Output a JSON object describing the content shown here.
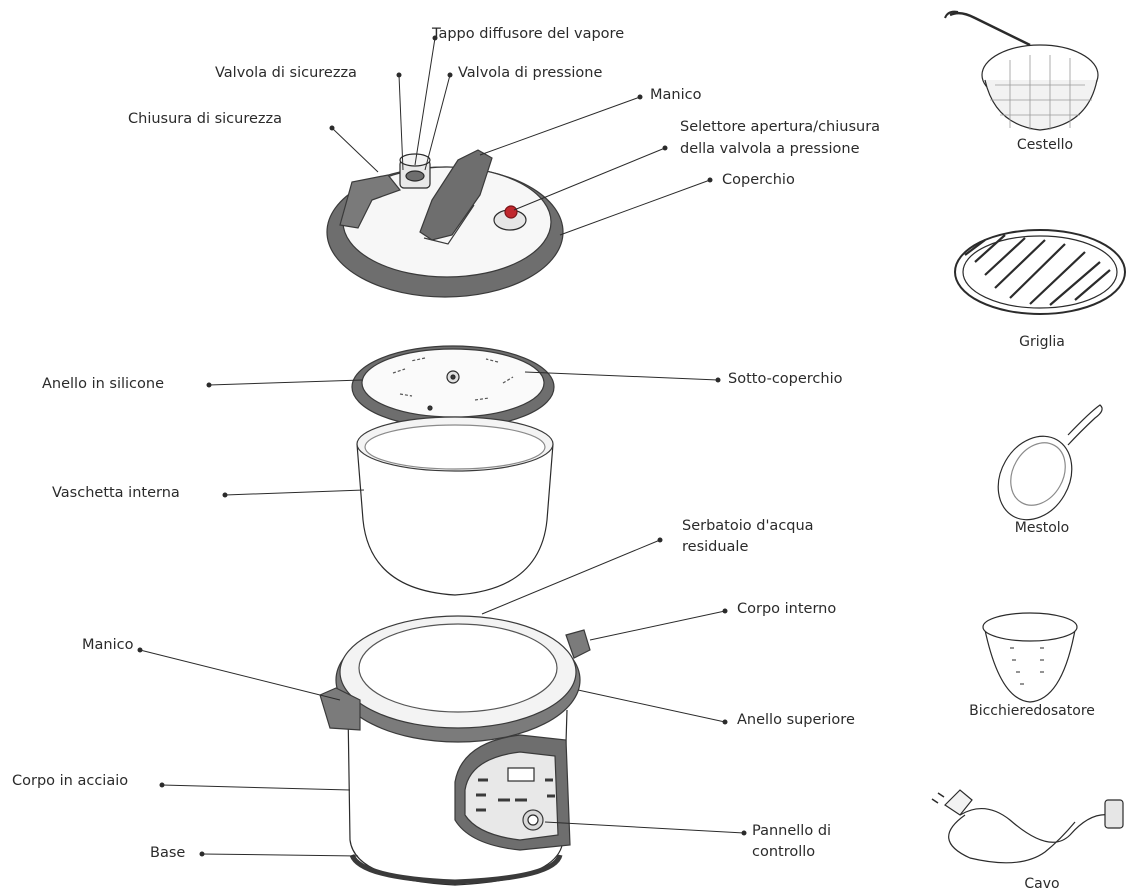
{
  "labels": {
    "tappo": "Tappo diffusore del vapore",
    "valvola_sicurezza": "Valvola di sicurezza",
    "valvola_pressione": "Valvola di pressione",
    "manico_top": "Manico",
    "chiusura": "Chiusura di sicurezza",
    "selettore_1": "Selettore apertura/chiusura",
    "selettore_2": "della valvola a pressione",
    "coperchio": "Coperchio",
    "anello_silicone": "Anello in silicone",
    "sotto_coperchio": "Sotto-coperchio",
    "vaschetta": "Vaschetta interna",
    "serbatoio_1": "Serbatoio d'acqua",
    "serbatoio_2": "residuale",
    "manico_body": "Manico",
    "corpo_interno": "Corpo interno",
    "anello_superiore": "Anello superiore",
    "corpo_acciaio": "Corpo in acciaio",
    "pannello_1": "Pannello di",
    "pannello_2": "controllo",
    "base": "Base"
  },
  "accessories": {
    "cestello": "Cestello",
    "griglia": "Griglia",
    "mestolo": "Mestolo",
    "bicchiere": "Bicchieredosatore",
    "cavo": "Cavo"
  },
  "colors": {
    "line": "#2b2b2b",
    "rim": "#6e6e6e",
    "knob": "#c0272d"
  }
}
